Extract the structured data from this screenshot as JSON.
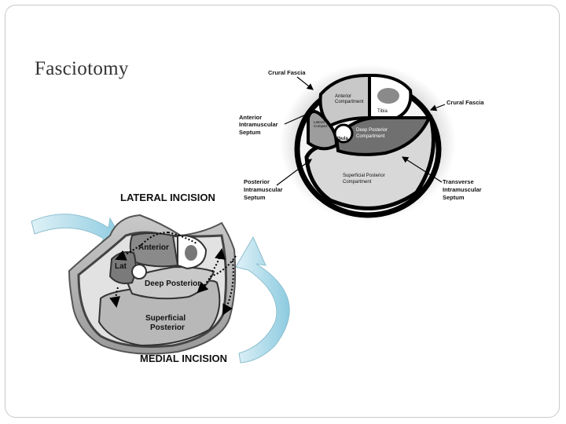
{
  "slide": {
    "title": "Fasciotomy"
  },
  "cross_section": {
    "labels": {
      "crural_fascia_top": "Crural Fascia",
      "crural_fascia_right": "Crural Fascia",
      "anterior_compartment": [
        "Anterior",
        "Compartment"
      ],
      "tibia": "Tibia",
      "lateral_compartment": [
        "Lateral",
        "Compart."
      ],
      "fibula": "Fibula",
      "deep_posterior": [
        "Deep Posterior",
        "Compartment"
      ],
      "superficial_posterior": [
        "Superficial Posterior",
        "Compartment"
      ],
      "anterior_intramuscular_septum": [
        "Anterior",
        "Intramuscular",
        "Septum"
      ],
      "posterior_intramuscular_septum": [
        "Posterior",
        "Intramuscular",
        "Septum"
      ],
      "transverse_intramuscular_septum": [
        "Transverse",
        "Intramuscular",
        "Septum"
      ]
    }
  },
  "incision_diagram": {
    "lateral_incision": "LATERAL INCISION",
    "medial_incision": "MEDIAL INCISION",
    "anterior": "Anterior",
    "lat": "Lat",
    "deep_posterior": "Deep Posterior",
    "superficial_posterior": [
      "Superficial",
      "Posterior"
    ]
  }
}
